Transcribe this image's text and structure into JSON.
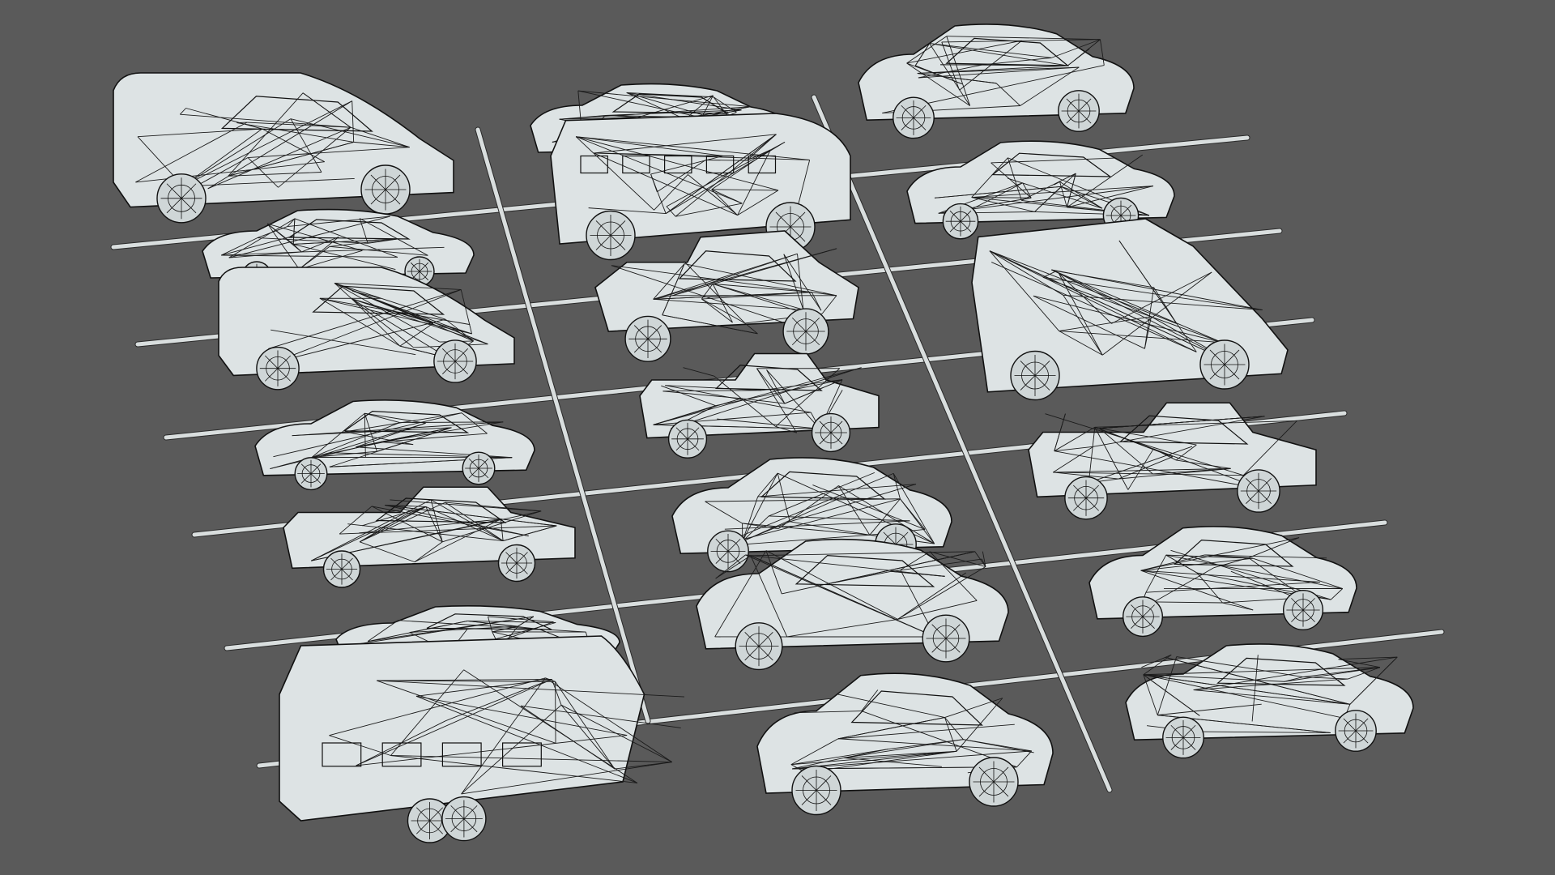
{
  "scene": {
    "background": "#5a5a5a",
    "model_fill": "#dde3e4",
    "wire_color": "#1b1b1b",
    "parking_line_color": "#d9dede"
  },
  "vehicles": [
    {
      "kind": "van"
    },
    {
      "kind": "sports-car"
    },
    {
      "kind": "van"
    },
    {
      "kind": "coupe"
    },
    {
      "kind": "pickup-truck"
    },
    {
      "kind": "sedan"
    },
    {
      "kind": "caravan-trailer"
    },
    {
      "kind": "muscle-car"
    },
    {
      "kind": "bus"
    },
    {
      "kind": "hot-rod"
    },
    {
      "kind": "pickup-truck"
    },
    {
      "kind": "sports-car"
    },
    {
      "kind": "suv"
    },
    {
      "kind": "hatchback"
    },
    {
      "kind": "sedan"
    },
    {
      "kind": "coupe"
    },
    {
      "kind": "box-van"
    },
    {
      "kind": "pickup-truck"
    },
    {
      "kind": "rally-car"
    },
    {
      "kind": "sports-car"
    }
  ]
}
